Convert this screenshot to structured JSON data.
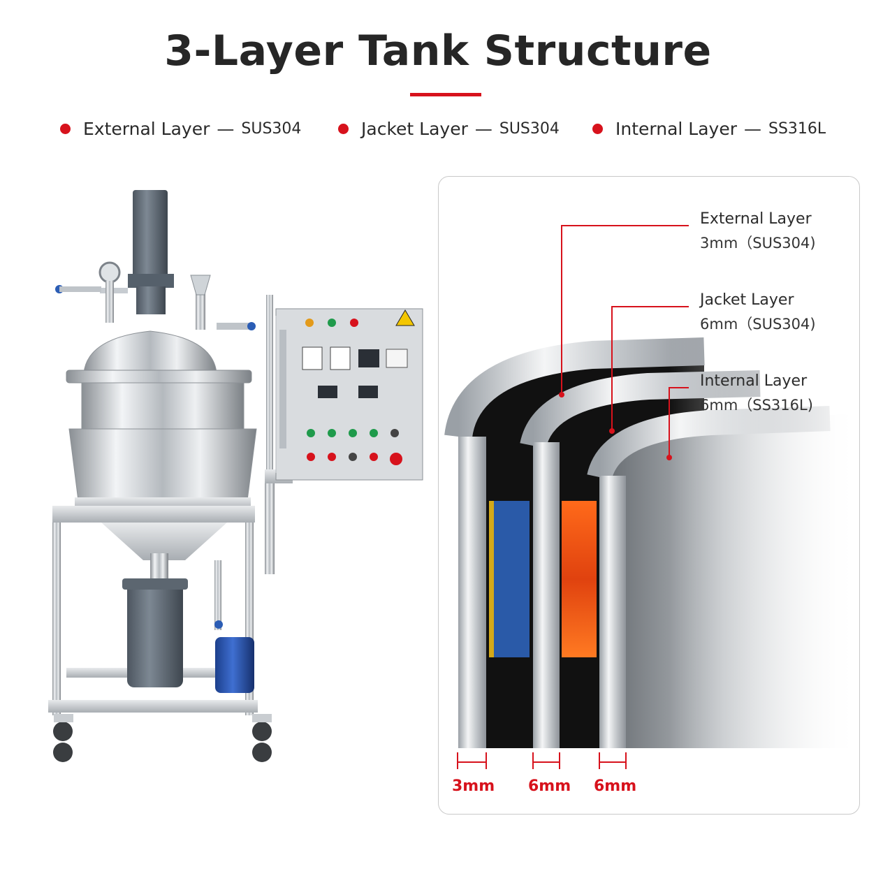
{
  "title": "3-Layer Tank Structure",
  "legend": [
    {
      "name": "External Layer",
      "separator": "—",
      "material": "SUS304"
    },
    {
      "name": "Jacket Layer",
      "separator": "—",
      "material": "SUS304"
    },
    {
      "name": "Internal Layer",
      "separator": "—",
      "material": "SS316L"
    }
  ],
  "callouts": [
    {
      "name": "External Layer",
      "spec": "3mm（SUS304)"
    },
    {
      "name": "Jacket Layer",
      "spec": "6mm（SUS304)"
    },
    {
      "name": "Internal Layer",
      "spec": "6mm（SS316L)"
    }
  ],
  "dimensions": [
    "3mm",
    "6mm",
    "6mm"
  ],
  "colors": {
    "accent": "#d7121c",
    "insulation": "#2a5aa8",
    "heating": "#e8501a",
    "steel": "#c8c8c8"
  }
}
